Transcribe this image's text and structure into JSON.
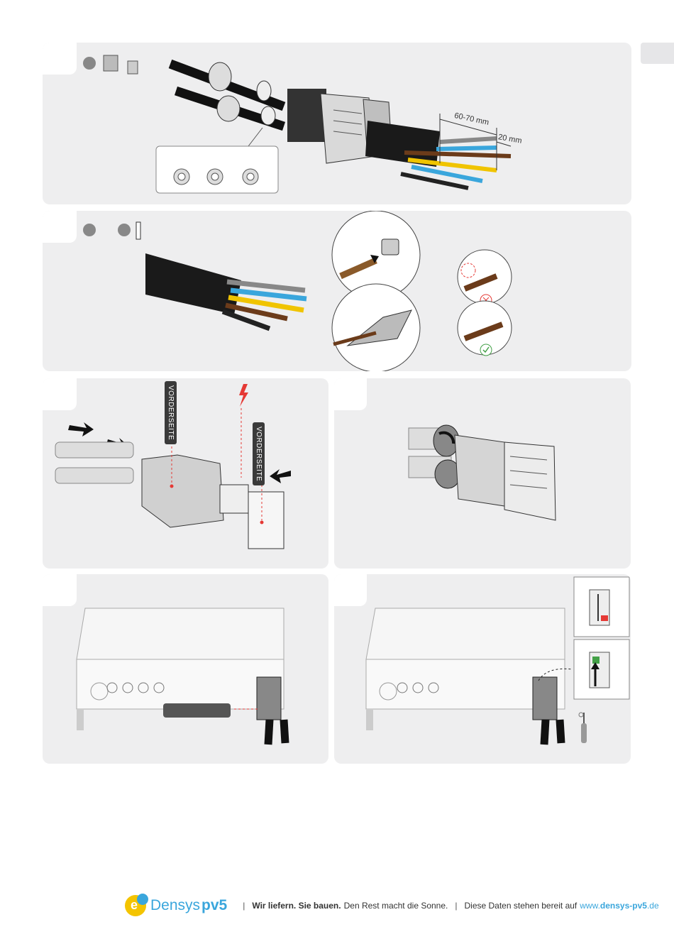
{
  "measurements": {
    "strip_length": "60-70 mm",
    "core_length": "20 mm"
  },
  "labels": {
    "front_left": "VORDERSEITE",
    "front_right": "VORDERSEITE"
  },
  "footer": {
    "brand_name": "Densys",
    "brand_suffix": "pv5",
    "separator1": "|",
    "slogan_bold": "Wir liefern. Sie bauen.",
    "slogan_rest": "Den Rest macht die Sonne.",
    "separator2": "|",
    "info_text": "Diese Daten stehen bereit auf",
    "url_prefix": "www.",
    "url_domain": "densys-pv5",
    "url_suffix": ".de"
  },
  "colors": {
    "panel_bg": "#eeeeef",
    "accent_blue": "#3aa6dc",
    "accent_yellow": "#f4c400",
    "warning_red": "#e53935",
    "ok_green": "#43a047"
  }
}
